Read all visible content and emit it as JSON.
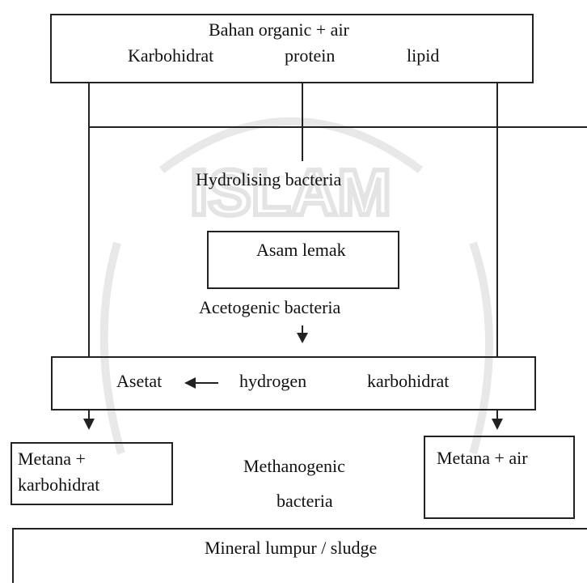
{
  "top_box": {
    "title": "Bahan organic + air",
    "items": [
      "Karbohidrat",
      "protein",
      "lipid"
    ]
  },
  "hydrolysis": {
    "label": "Hydrolising bacteria"
  },
  "acid_box": {
    "label": "Asam lemak"
  },
  "acetogenesis": {
    "label": "Acetogenic bacteria"
  },
  "middle_box": {
    "items": [
      "Asetat",
      "hydrogen",
      "karbohidrat"
    ]
  },
  "left_output": {
    "line1": "Metana +",
    "line2": "karbohidrat"
  },
  "methanogenesis": {
    "line1": "Methanogenic",
    "line2": "bacteria"
  },
  "right_output": {
    "label": "Metana + air"
  },
  "bottom_box": {
    "label": "Mineral lumpur / sludge"
  },
  "colors": {
    "line": "#222222",
    "watermark": "#e4e4e4"
  }
}
